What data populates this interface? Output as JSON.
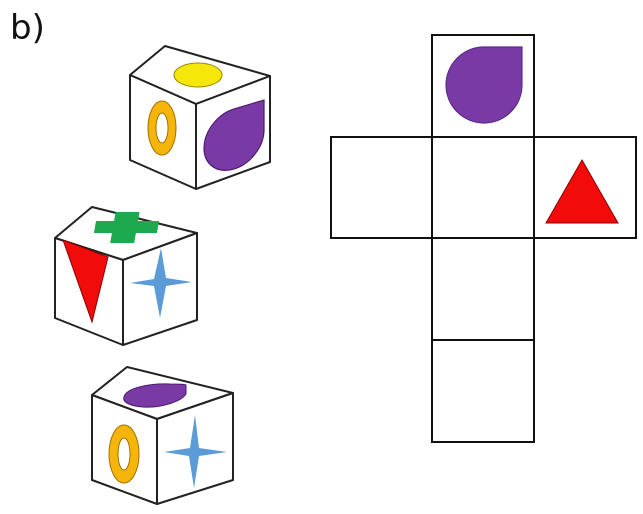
{
  "label": "b)",
  "colors": {
    "yellow": "#F5E70A",
    "orange_yellow": "#F5B50A",
    "purple": "#7A3AA6",
    "green": "#1DAA4E",
    "red": "#F20B0B",
    "blue": "#5B9BD8",
    "outline": "#222222"
  },
  "cubes": [
    {
      "top": "yellow-ellipse",
      "left": "yellow-ring",
      "right": "purple-drop"
    },
    {
      "top": "green-cross",
      "left": "red-triangle",
      "right": "blue-star"
    },
    {
      "top": "purple-drop",
      "left": "yellow-ring",
      "right": "blue-star"
    }
  ],
  "net": {
    "cells": [
      "purple-drop",
      "blank",
      "blank",
      "red-triangle",
      "blank",
      "blank"
    ]
  }
}
